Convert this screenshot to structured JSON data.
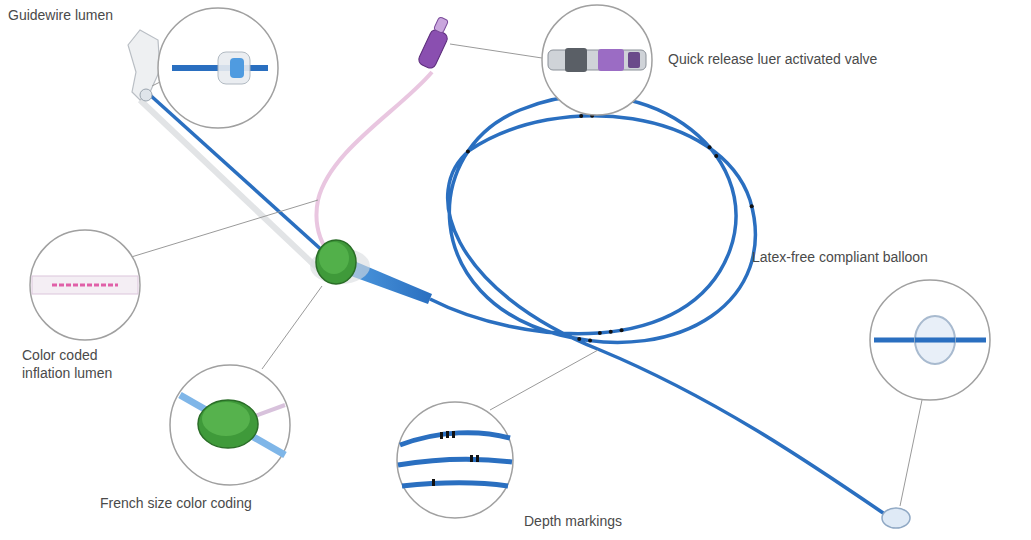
{
  "diagram": {
    "labels": [
      "Guidewire lumen",
      "Quick release luer activated valve",
      "Latex-free compliant balloon",
      "Color coded inflation lumen",
      "French size color coding",
      "Depth markings"
    ]
  }
}
